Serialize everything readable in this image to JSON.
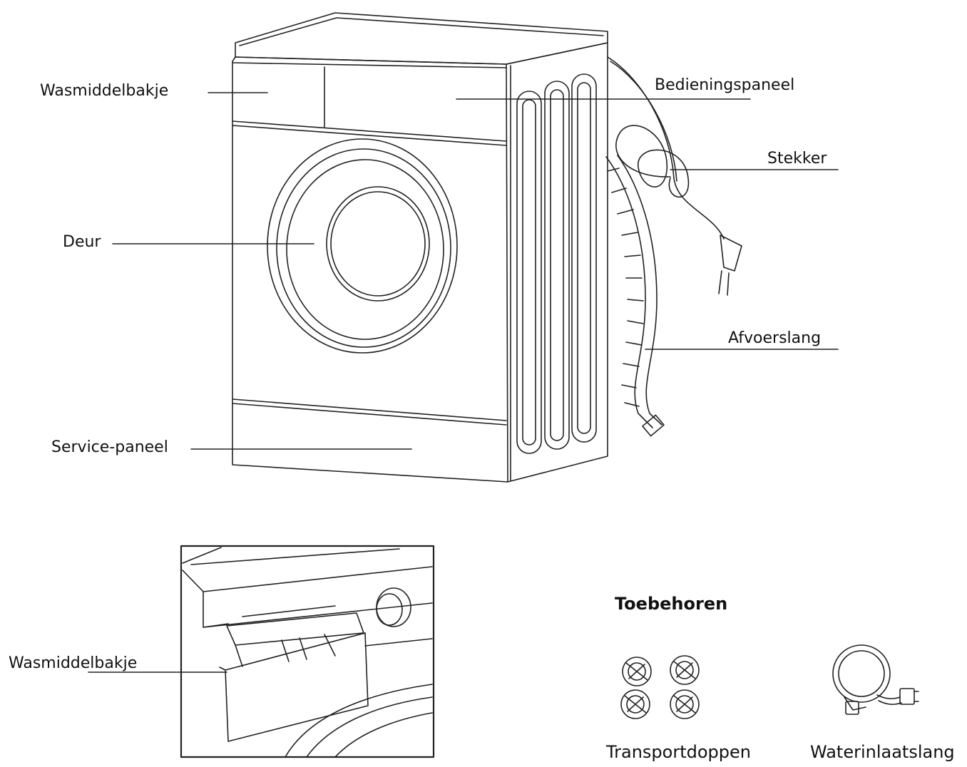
{
  "labels": {
    "detergent_drawer": "Wasmiddelbakje",
    "control_panel": "Bedieningspaneel",
    "plug": "Stekker",
    "door": "Deur",
    "drain_hose": "Afvoerslang",
    "service_panel": "Service-paneel",
    "detergent_drawer_detail": "Wasmiddelbakje"
  },
  "accessories": {
    "heading": "Toebehoren",
    "transport_caps": "Transportdoppen",
    "water_inlet_hose": "Waterinlaatslang"
  },
  "colors": {
    "line": "#222222",
    "background": "#ffffff"
  }
}
